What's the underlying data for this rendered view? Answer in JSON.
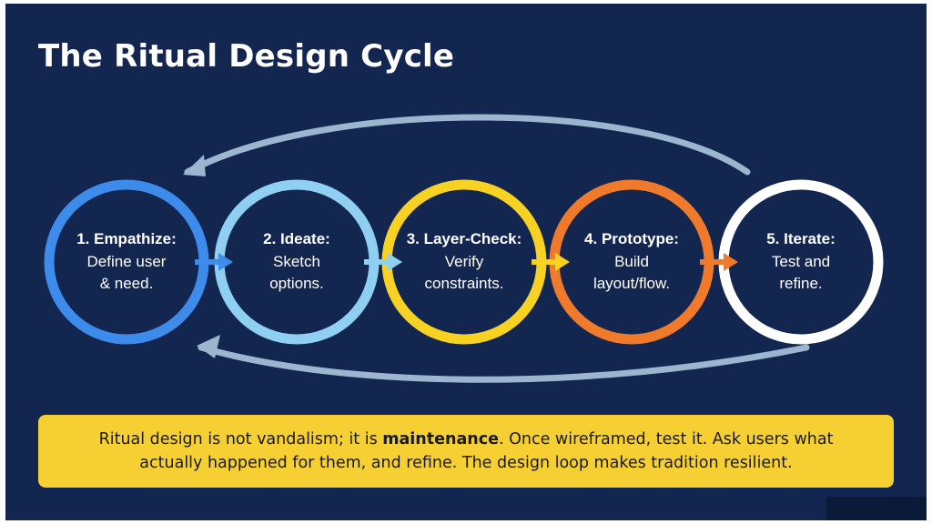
{
  "title": "The Ritual Design Cycle",
  "colors": {
    "background": "#13264f",
    "step1": "#3d8bea",
    "step2": "#8fd0f2",
    "step3": "#f7d223",
    "step4": "#f07a2b",
    "step5": "#ffffff",
    "loop_arrow": "#9cb6cf",
    "callout_bg": "#f6cf33"
  },
  "steps": [
    {
      "title": "1. Empathize:",
      "line1": "Define user",
      "line2": "& need."
    },
    {
      "title": "2. Ideate:",
      "line1": "Sketch",
      "line2": "options."
    },
    {
      "title": "3. Layer-Check:",
      "line1": "Verify",
      "line2": "constraints."
    },
    {
      "title": "4. Prototype:",
      "line1": "Build",
      "line2": "layout/flow."
    },
    {
      "title": "5. Iterate:",
      "line1": "Test and",
      "line2": "refine."
    }
  ],
  "callout": {
    "part1": "Ritual design is not vandalism; it is ",
    "emphasis": "maintenance",
    "part2": ". Once wireframed, test it. Ask users what actually happened for them, and refine. The design loop makes tradition resilient."
  }
}
